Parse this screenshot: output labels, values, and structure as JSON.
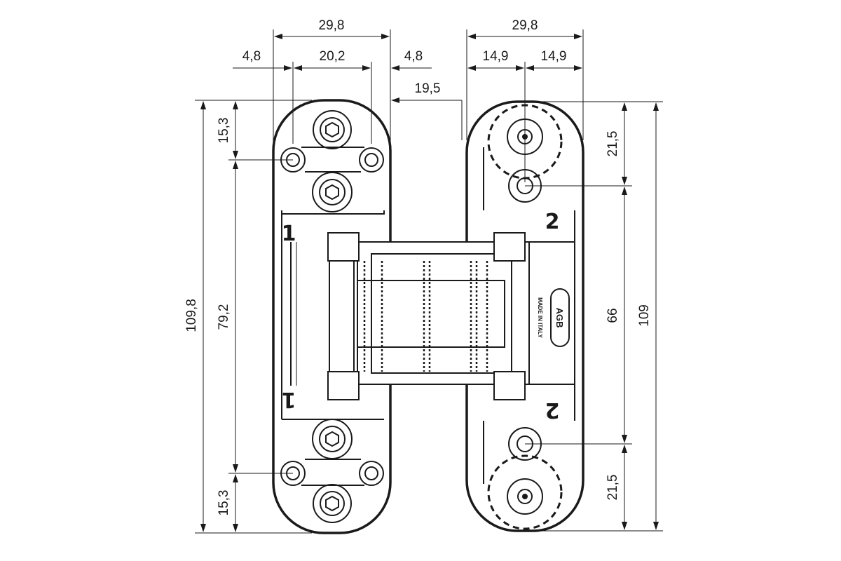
{
  "dimensions": {
    "left_overall_width": "29,8",
    "left_margin_left": "4,8",
    "left_center_width": "20,2",
    "left_margin_right": "4,8",
    "right_overall_width": "29,8",
    "right_half_left": "14,9",
    "right_half_right": "14,9",
    "gap_offset": "19,5",
    "left_total_height": "109,8",
    "left_hole_spacing": "79,2",
    "left_top_offset": "15,3",
    "left_bottom_offset": "15,3",
    "right_total_height": "109",
    "right_hole_spacing": "66",
    "right_top_offset": "21,5",
    "right_bottom_offset": "21,5"
  },
  "part_marks": {
    "left_top": "1",
    "left_bottom": "1",
    "right_top": "2",
    "right_bottom": "2"
  },
  "body_marking": {
    "brand": "AGB",
    "origin": "MADE IN ITALY"
  }
}
